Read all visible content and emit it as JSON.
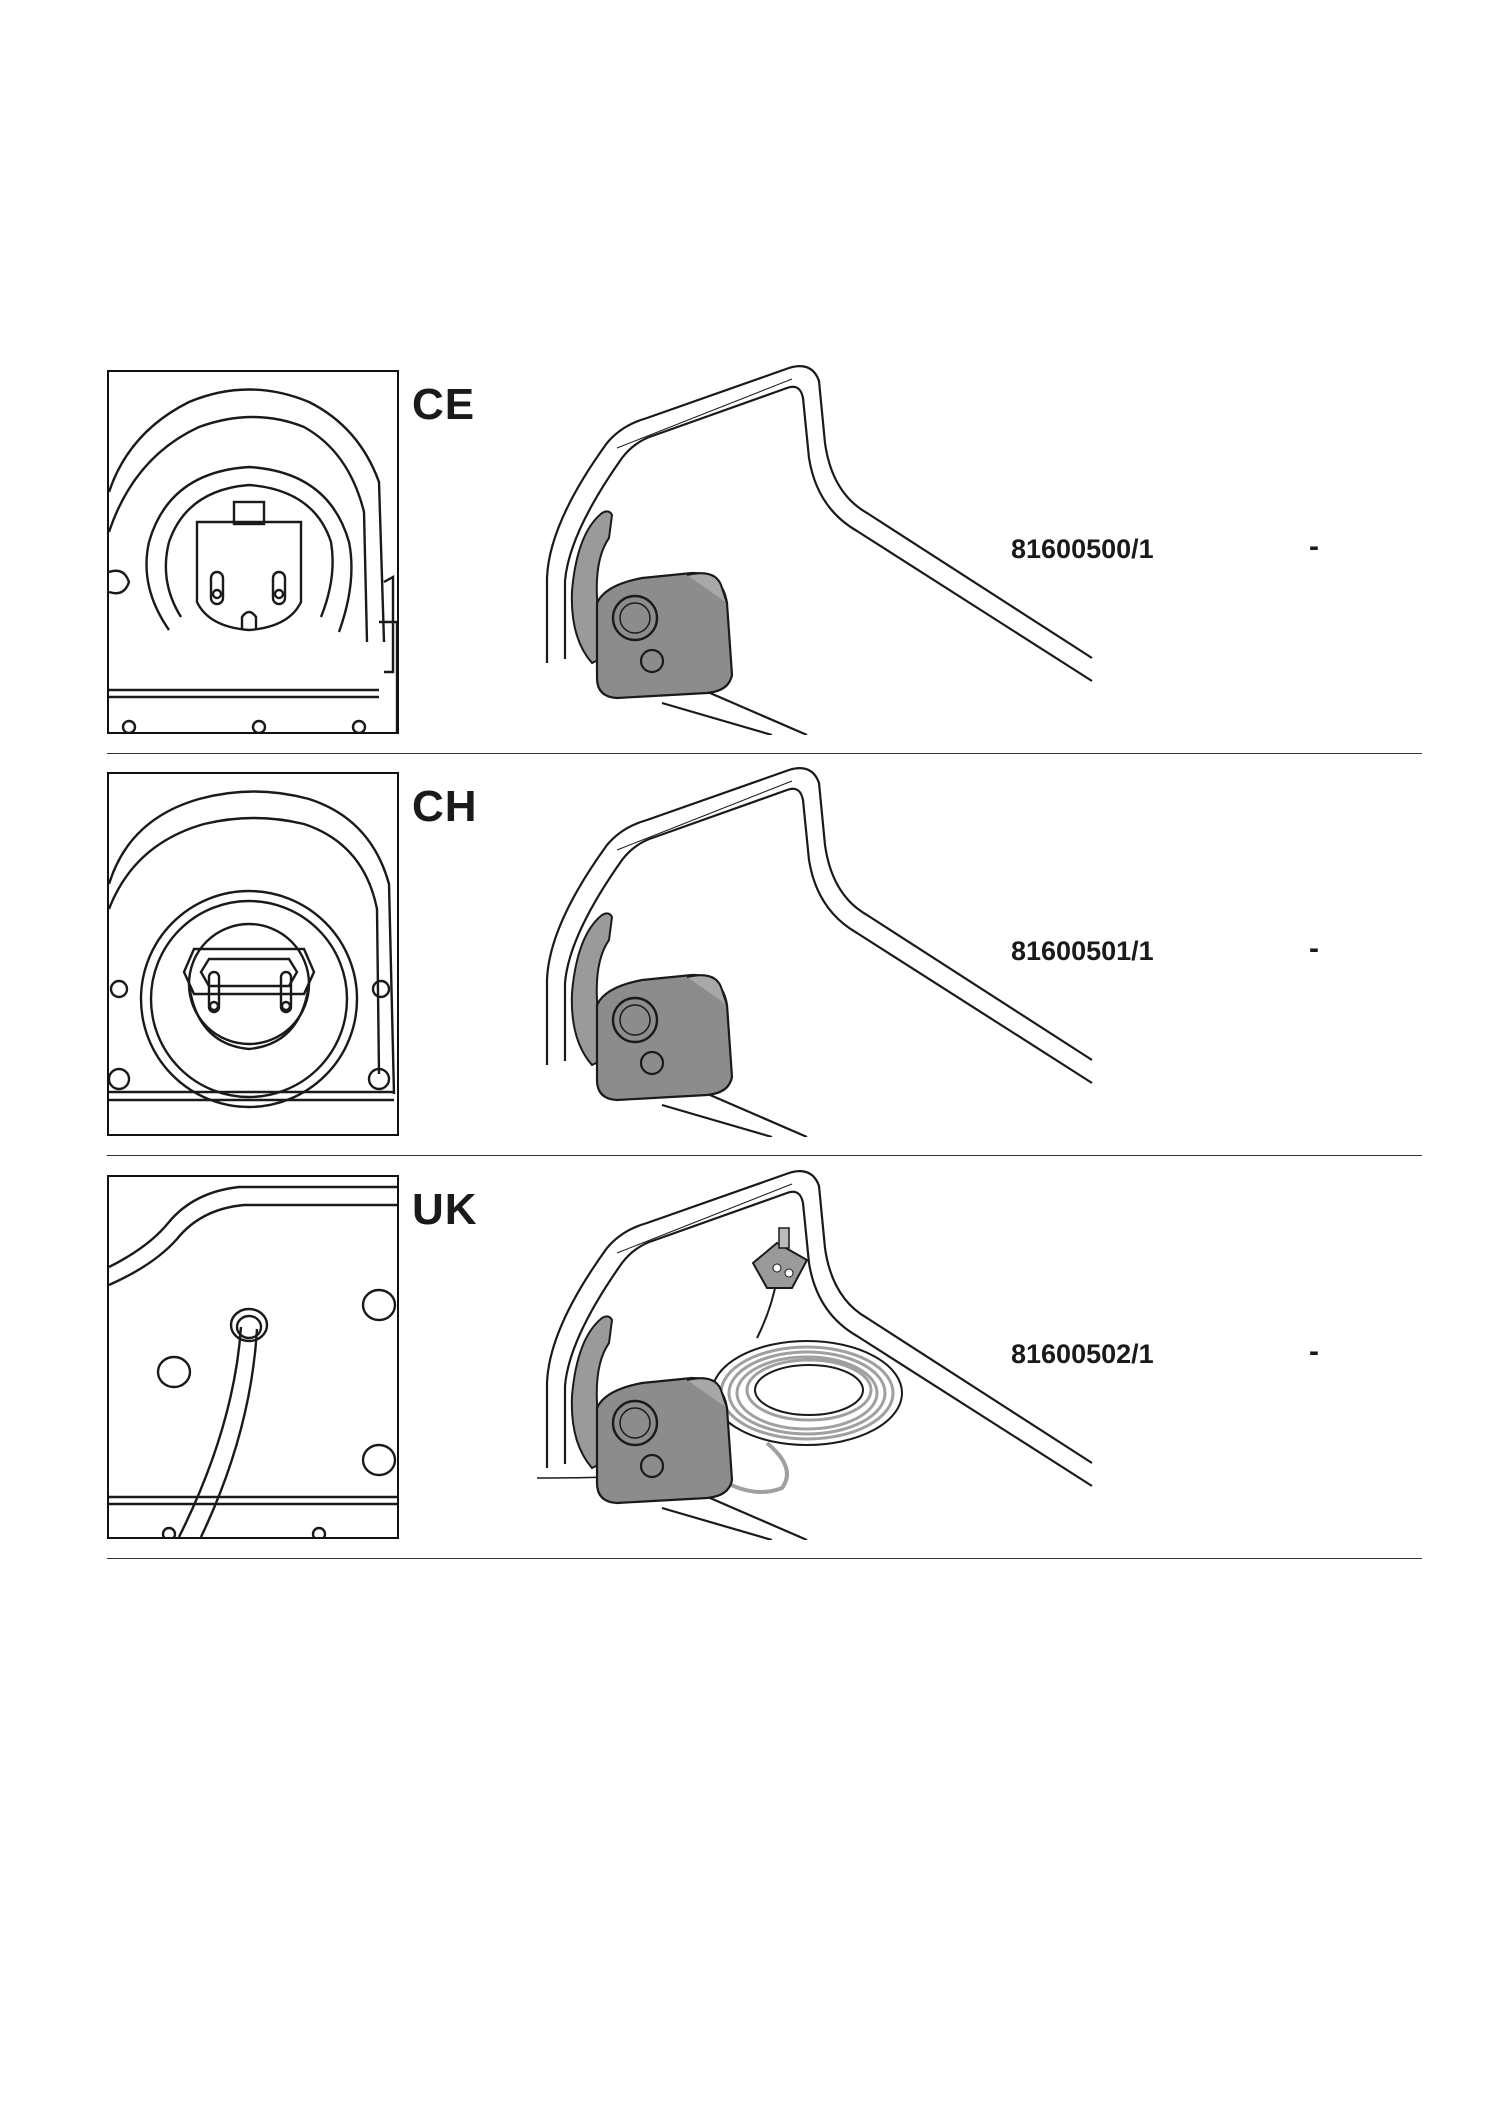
{
  "rows": [
    {
      "region": "CE",
      "part_number": "81600500/1",
      "dash": "-",
      "plug_type": "schuko-socket",
      "has_cable": false
    },
    {
      "region": "CH",
      "part_number": "81600501/1",
      "dash": "-",
      "plug_type": "swiss-socket",
      "has_cable": false
    },
    {
      "region": "UK",
      "part_number": "81600502/1",
      "dash": "-",
      "plug_type": "cable-grommet",
      "has_cable": true
    }
  ],
  "colors": {
    "line": "#1a1a1a",
    "switch_body": "#8c8c8c",
    "switch_lever": "#9a9a9a",
    "cable": "#a0a0a0",
    "divider": "#333333"
  }
}
